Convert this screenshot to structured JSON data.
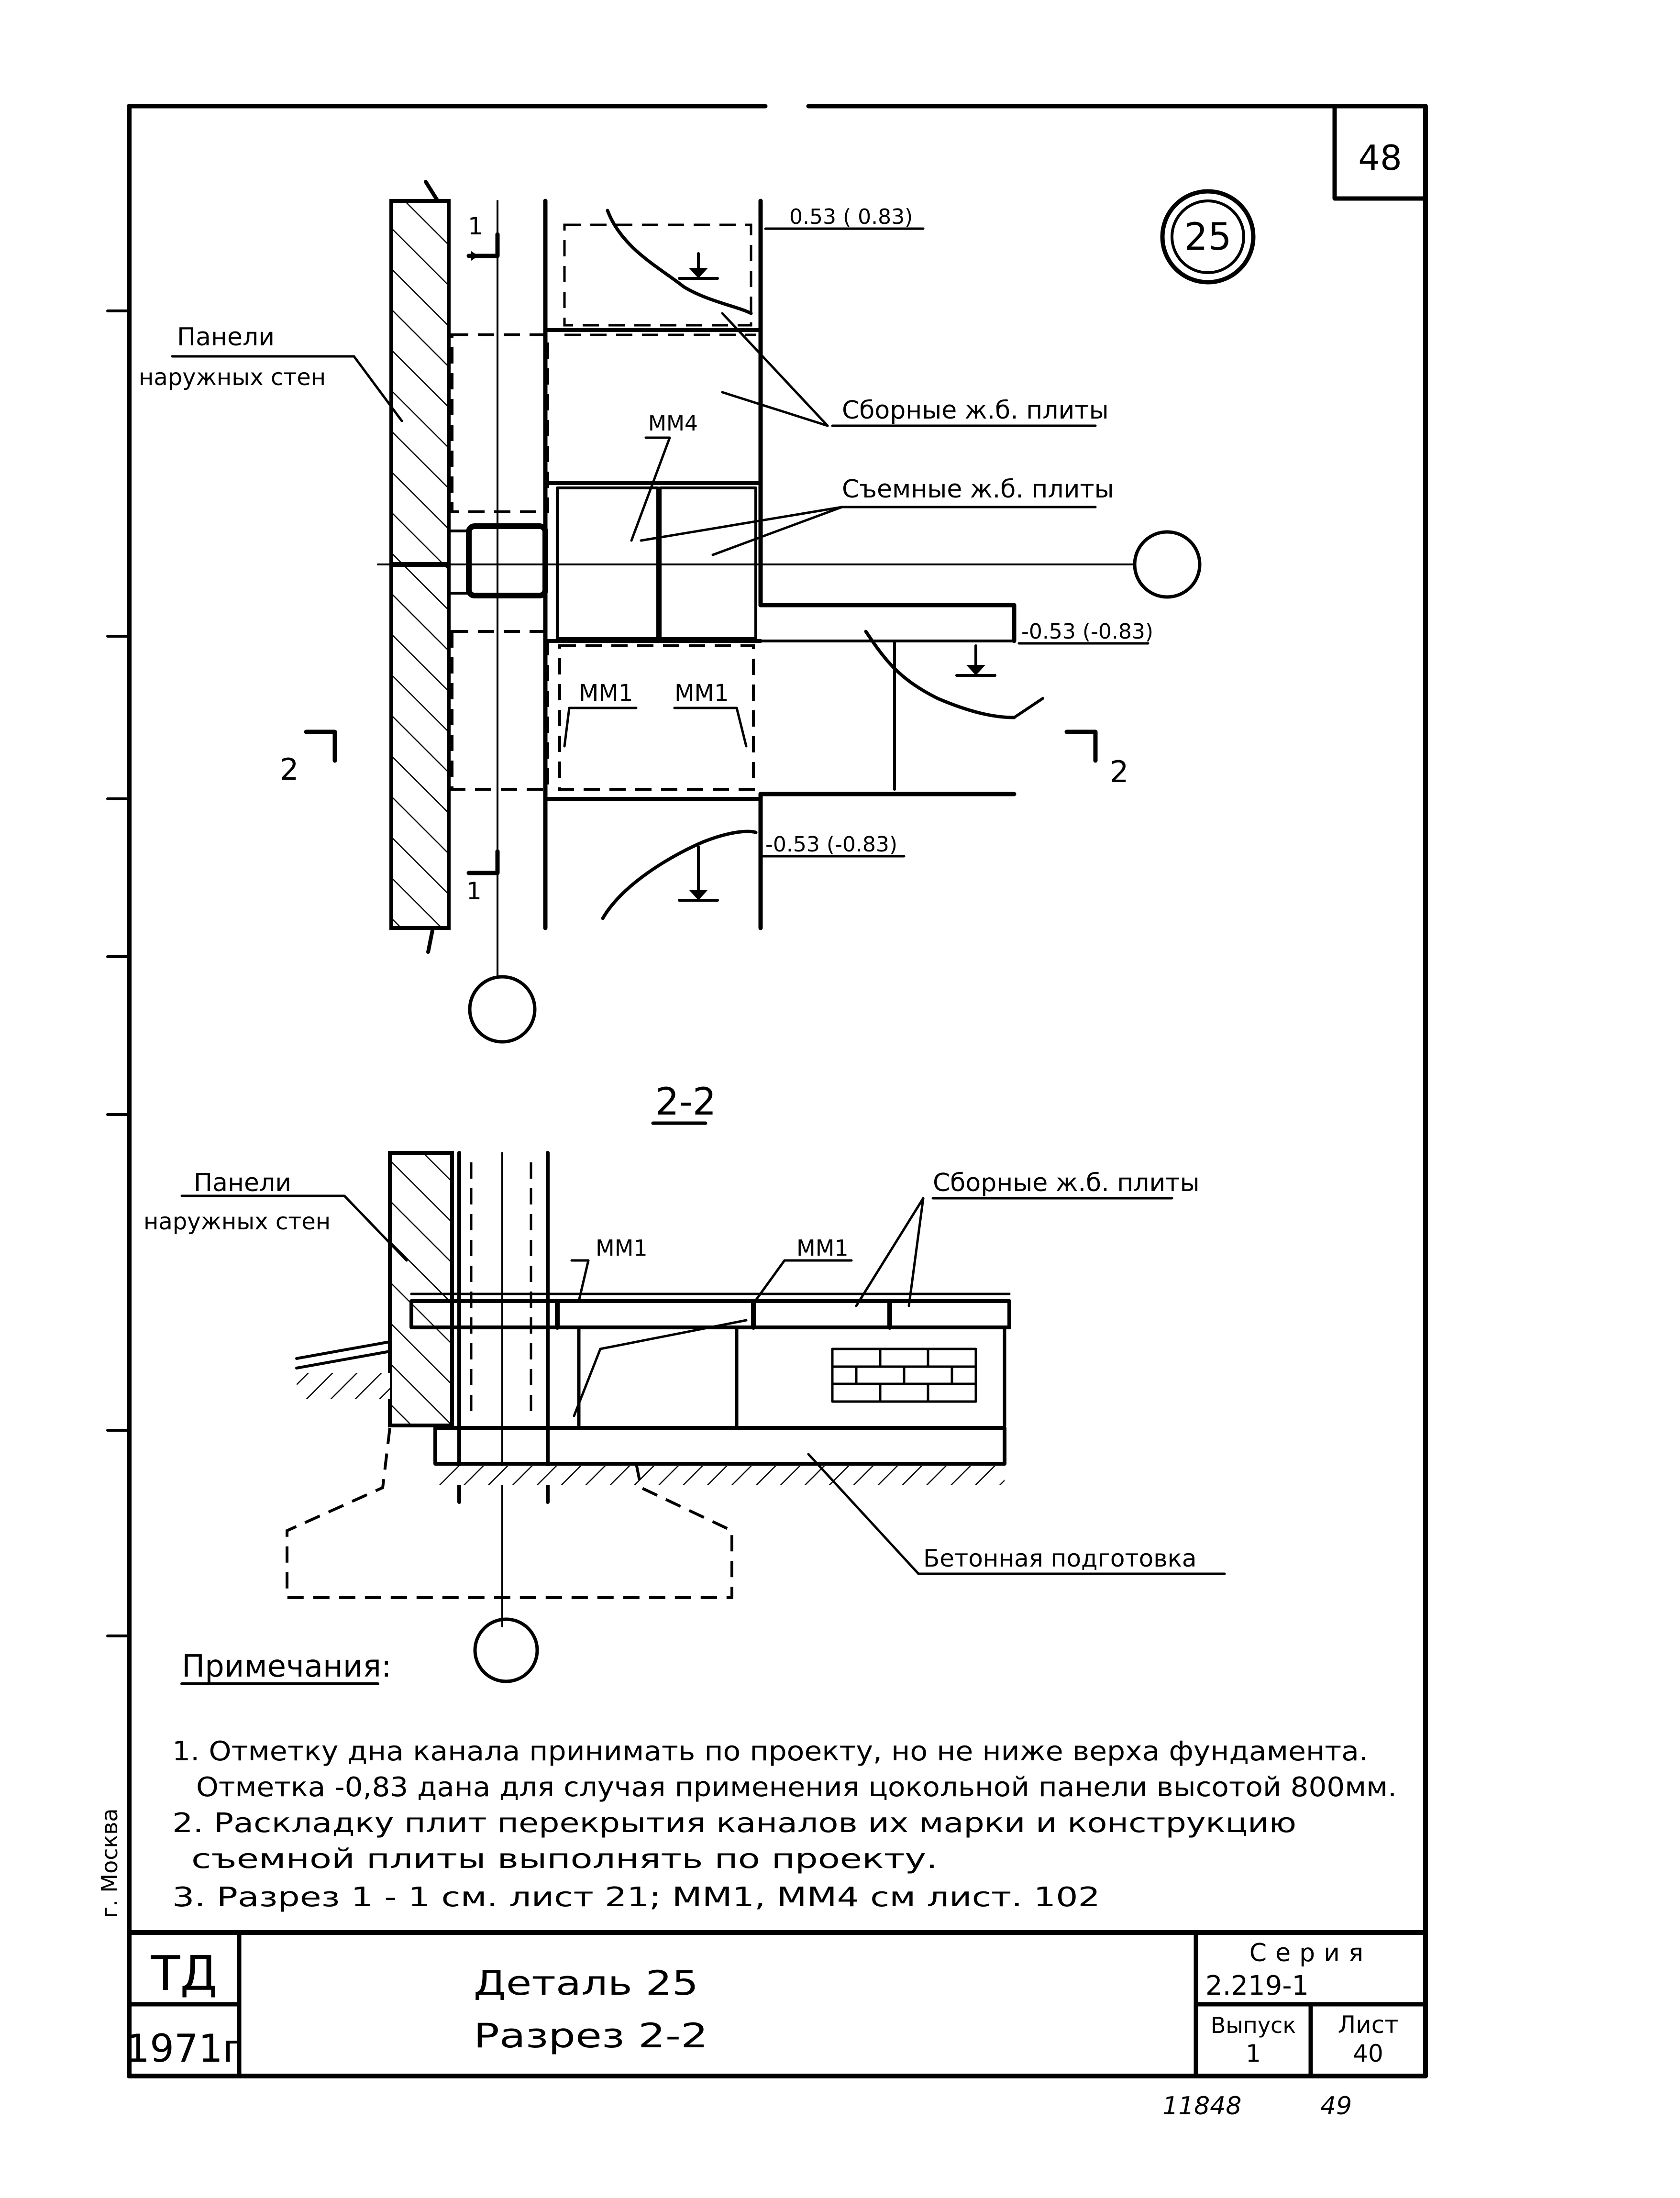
{
  "sheet": {
    "page_number": "48",
    "detail_marker": "25",
    "level_top": "0.53 ( 0.83)",
    "level_right": "-0.53 (-0.83)",
    "level_bottom": "-0.53 (-0.83)",
    "section_marks": {
      "mark_1_top": "1",
      "mark_1_bottom": "1",
      "mark_2_left": "2",
      "mark_2_right": "2"
    }
  },
  "plan_labels": {
    "wall_panels": [
      "Панели",
      "наружных стен"
    ],
    "precast_slabs": "Сборные ж.б. плиты",
    "removable_slabs": "Съемные ж.б. плиты",
    "mm4": "ММ4",
    "mm1_left": "ММ1",
    "mm1_right": "ММ1"
  },
  "section": {
    "title": "2-2",
    "wall_panels": [
      "Панели",
      "наружных стен"
    ],
    "precast_slabs": "Сборные ж.б. плиты",
    "mm1_left": "ММ1",
    "mm1_right": "ММ1",
    "concrete_prep": "Бетонная подготовка"
  },
  "notes": {
    "heading": "Примечания:",
    "items": [
      "1. Отметку дна канала   принимать по проекту, но не ниже  верха  фундамента.",
      "Отметка -0,83 дана для  случая применения цокольной панели высотой 800мм.",
      "2. Раскладку  плит  перекрытия  каналов  их марки  и  конструкцию",
      "съемной   плиты   выполнять  по проекту.",
      "3. Разрез     1 - 1        см. лист 21;  ММ1, ММ4  см лист. 102"
    ]
  },
  "title_block": {
    "td": "ТД",
    "year": "1971г",
    "title_line1": "Деталь 25",
    "title_line2": "Разрез  2-2",
    "series_label": "Серия",
    "series_value": "2.219-1",
    "issue_label": "Выпуск",
    "issue_value": "1",
    "sheet_label": "Лист",
    "sheet_value": "40"
  },
  "footer": {
    "left_number": "11848",
    "right_number": "49"
  },
  "margin_stamp": "г. Москва"
}
